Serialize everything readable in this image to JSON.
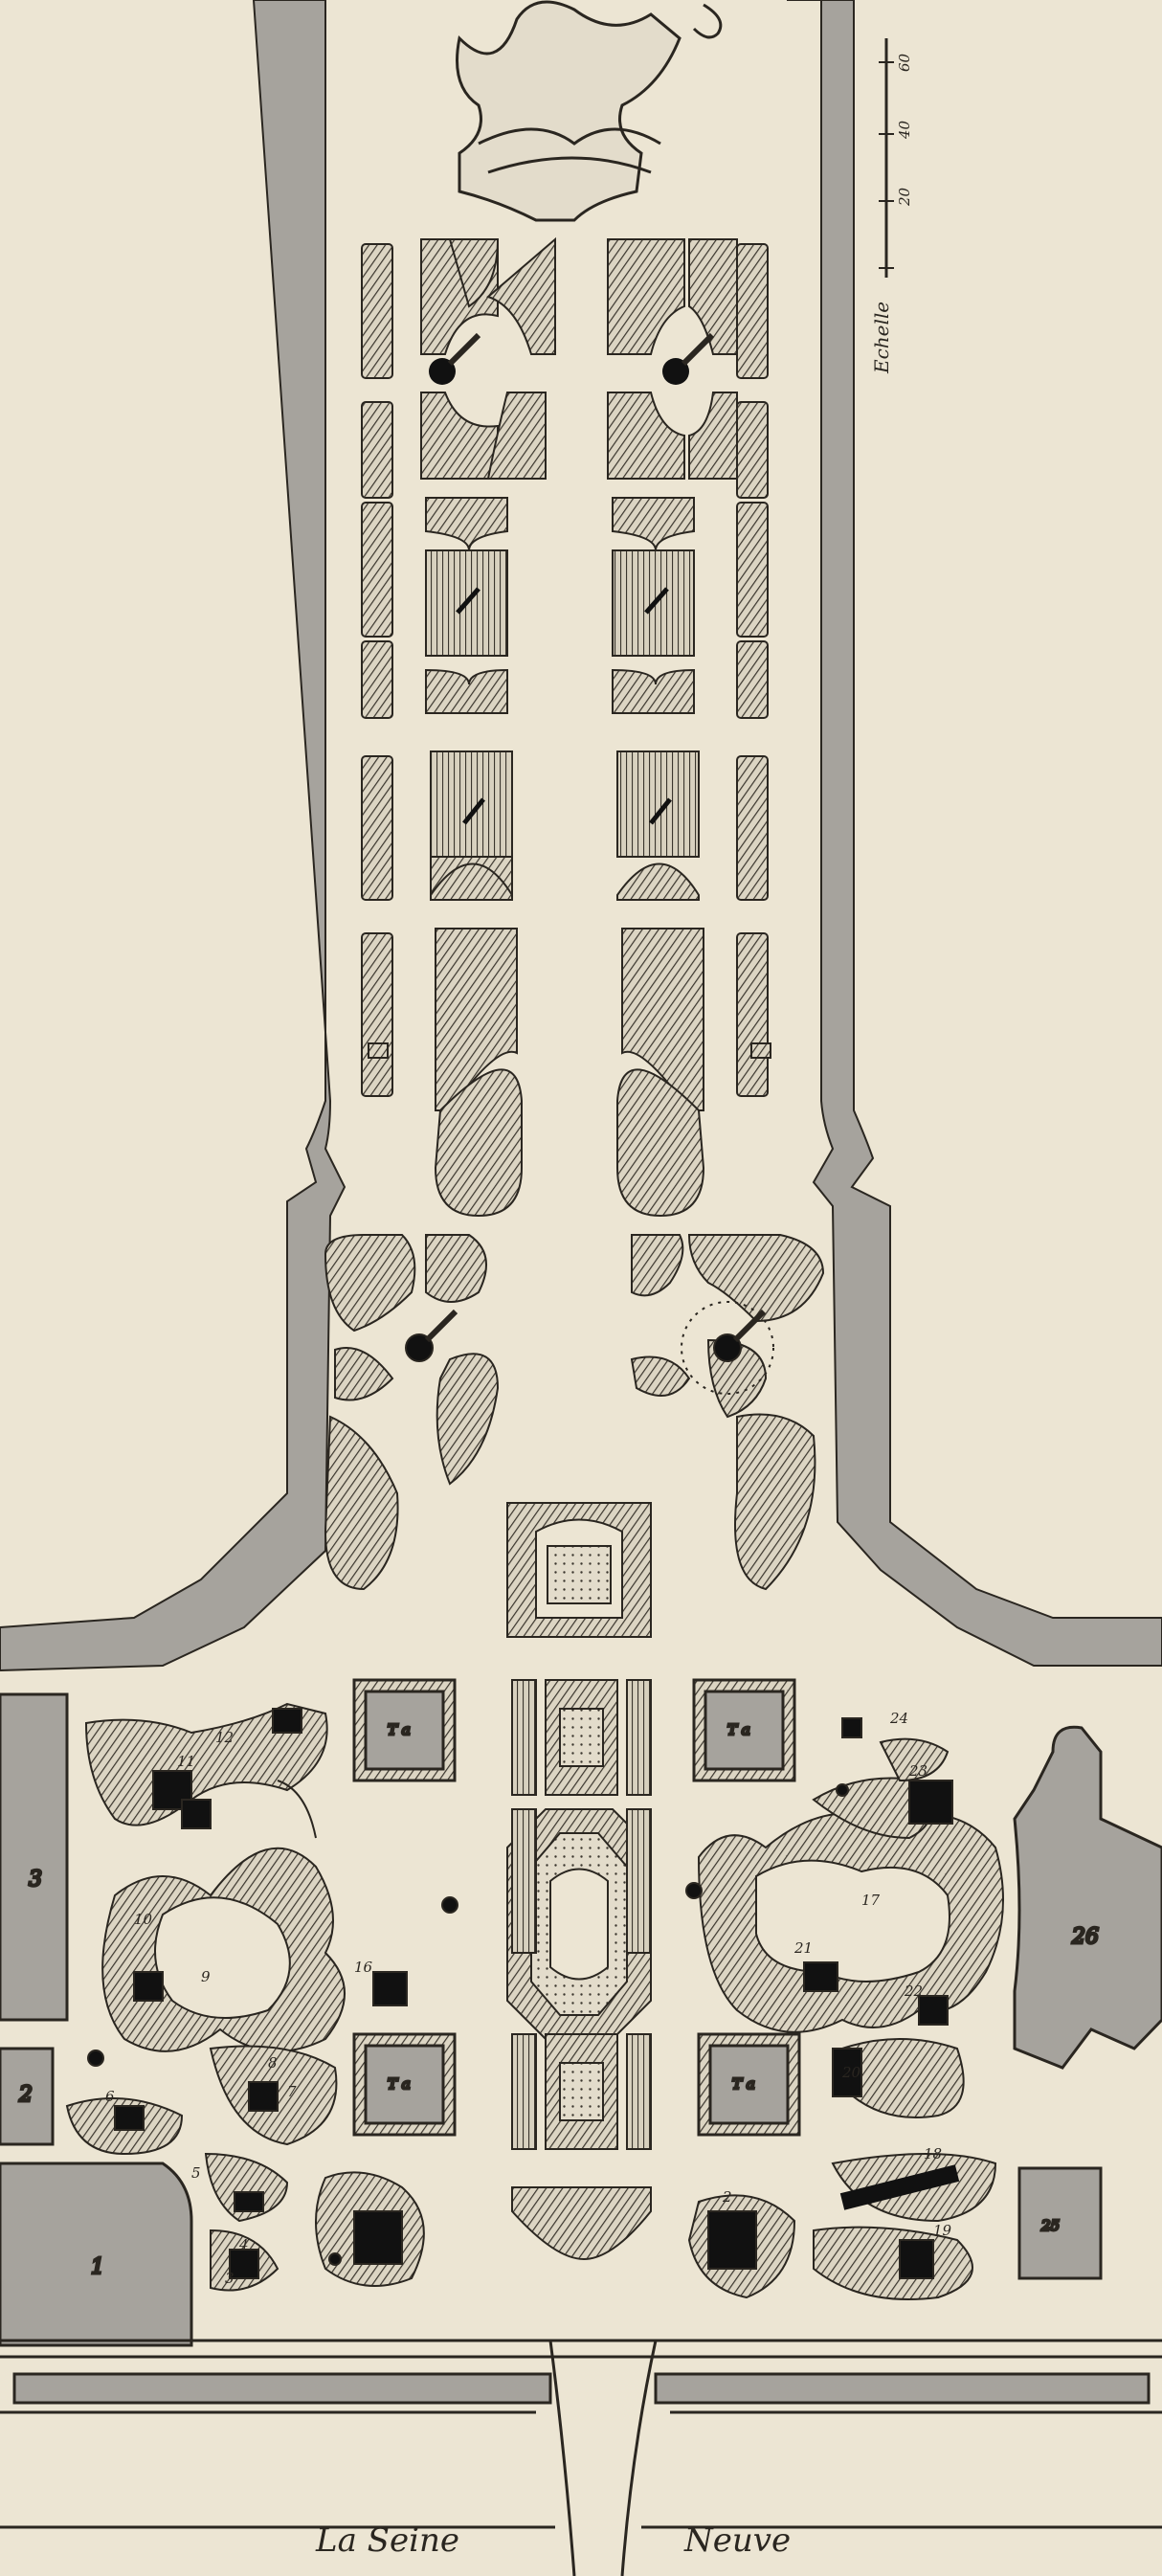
{
  "map": {
    "river_left": "La Seine",
    "river_right": "Neuve",
    "scale": {
      "label": "Echelle",
      "ticks": [
        "20",
        "40",
        "60"
      ]
    },
    "building_labels": [
      "1",
      "2",
      "3",
      "26"
    ],
    "plot_numbers": [
      "2",
      "3",
      "4",
      "5",
      "6",
      "7",
      "8",
      "9",
      "10",
      "11",
      "12",
      "16",
      "17",
      "18",
      "19",
      "20",
      "21",
      "22",
      "23",
      "24",
      "25"
    ],
    "pavilion_labels": [
      "T a",
      "T a",
      "T a",
      "T a"
    ]
  },
  "colors": {
    "paper": "#ece5d3",
    "gray_fill": "#a6a39d",
    "ink": "#2a2620",
    "hatch": "#3a352d"
  }
}
